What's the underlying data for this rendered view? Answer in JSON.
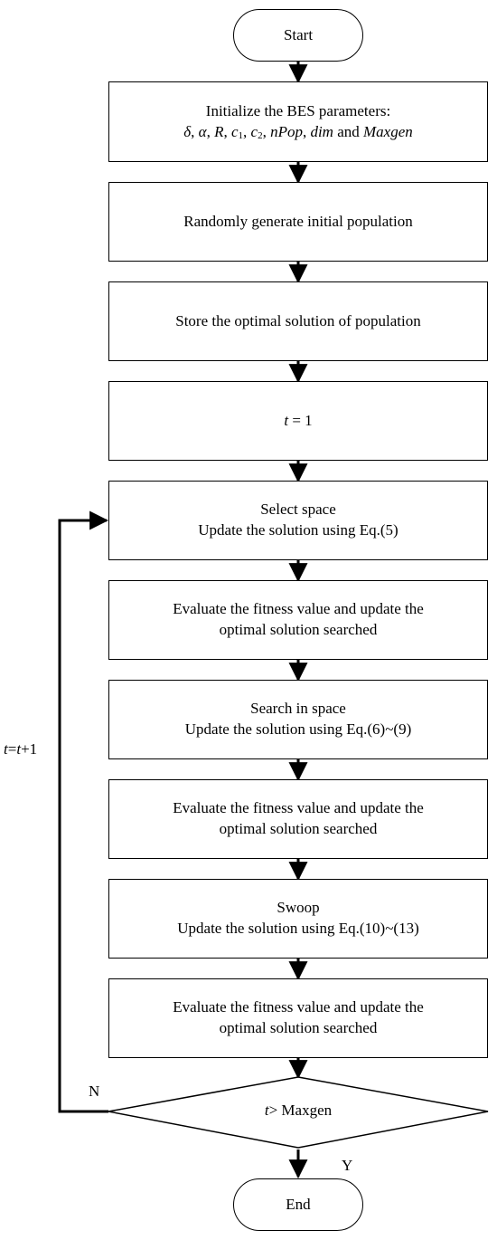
{
  "start": "Start",
  "init": {
    "line1": "Initialize the BES parameters:",
    "params": [
      "δ",
      "α",
      "R",
      "c",
      "c",
      "nPop",
      "dim",
      "Maxgen"
    ],
    "subs": [
      "1",
      "2"
    ],
    "and_word": "and"
  },
  "generate": "Randomly generate initial population",
  "store": "Store the optimal solution of population",
  "t_init": {
    "var": "t",
    "rest": " = 1"
  },
  "select": {
    "line1": "Select space",
    "line2": "Update the solution using Eq.(5)"
  },
  "evaluate1": {
    "line1": "Evaluate the fitness value and update the",
    "line2": "optimal solution searched"
  },
  "search": {
    "line1": "Search in space",
    "line2": "Update the solution using Eq.(6)~(9)"
  },
  "evaluate2": {
    "line1": "Evaluate the fitness value and update the",
    "line2": "optimal solution searched"
  },
  "swoop": {
    "line1": "Swoop",
    "line2": "Update the solution using Eq.(10)~(13)"
  },
  "evaluate3": {
    "line1": "Evaluate the fitness value and update the",
    "line2": "optimal solution searched"
  },
  "decision": {
    "var": "t",
    "rest": " > Maxgen"
  },
  "branch_no": "N",
  "branch_yes": "Y",
  "loop": {
    "a": "t",
    "eq": "=",
    "b": "t",
    "plus": "+1"
  },
  "end": "End"
}
